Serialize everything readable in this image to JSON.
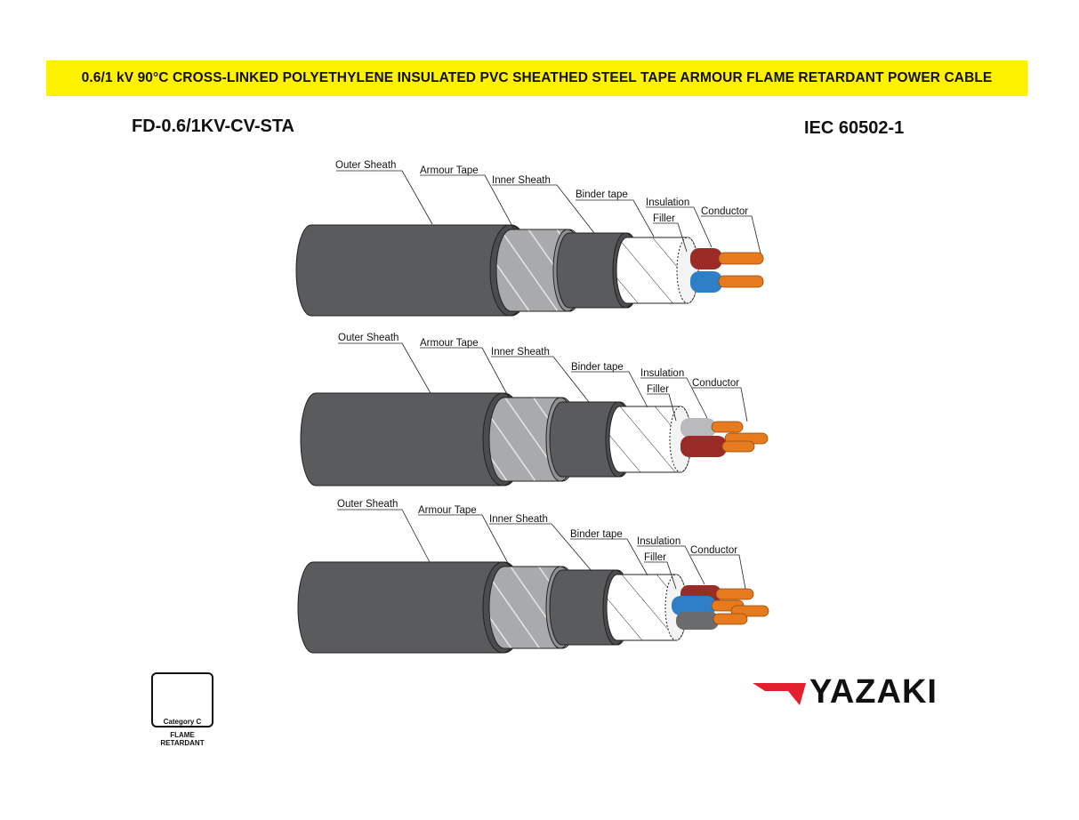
{
  "header": {
    "title": "0.6/1 kV 90°C CROSS-LINKED POLYETHYLENE INSULATED PVC SHEATHED STEEL TAPE ARMOUR FLAME RETARDANT POWER CABLE",
    "model": "FD-0.6/1KV-CV-STA",
    "standard": "IEC 60502-1"
  },
  "cables": [
    {
      "cores": [
        "red",
        "blue"
      ],
      "labels": {
        "outer_sheath": "Outer Sheath",
        "armour_tape": "Armour Tape",
        "inner_sheath": "Inner Sheath",
        "binder_tape": "Binder tape",
        "insulation": "Insulation",
        "filler": "Filler",
        "conductor": "Conductor"
      }
    },
    {
      "cores": [
        "grey",
        "red",
        "orange"
      ],
      "labels": {
        "outer_sheath": "Outer Sheath",
        "armour_tape": "Armour Tape",
        "inner_sheath": "Inner Sheath",
        "binder_tape": "Binder tape",
        "insulation": "Insulation",
        "filler": "Filler",
        "conductor": "Conductor"
      }
    },
    {
      "cores": [
        "red",
        "blue",
        "grey",
        "orange"
      ],
      "labels": {
        "outer_sheath": "Outer Sheath",
        "armour_tape": "Armour Tape",
        "inner_sheath": "Inner Sheath",
        "binder_tape": "Binder tape",
        "insulation": "Insulation",
        "filler": "Filler",
        "conductor": "Conductor"
      }
    }
  ],
  "badge": {
    "category": "Category C",
    "caption_line1": "FLAME",
    "caption_line2": "RETARDANT"
  },
  "brand": {
    "name": "YAZAKI",
    "logo_color": "#e3202d"
  },
  "colors": {
    "banner": "#fff200",
    "sheath": "#5a5b5d",
    "armour": "#a9aaac",
    "copper": "#e87a1e",
    "core_red": "#9b2b26",
    "core_blue": "#2f7fc8",
    "core_grey": "#b9babb",
    "core_dark": "#6a6b6d"
  }
}
